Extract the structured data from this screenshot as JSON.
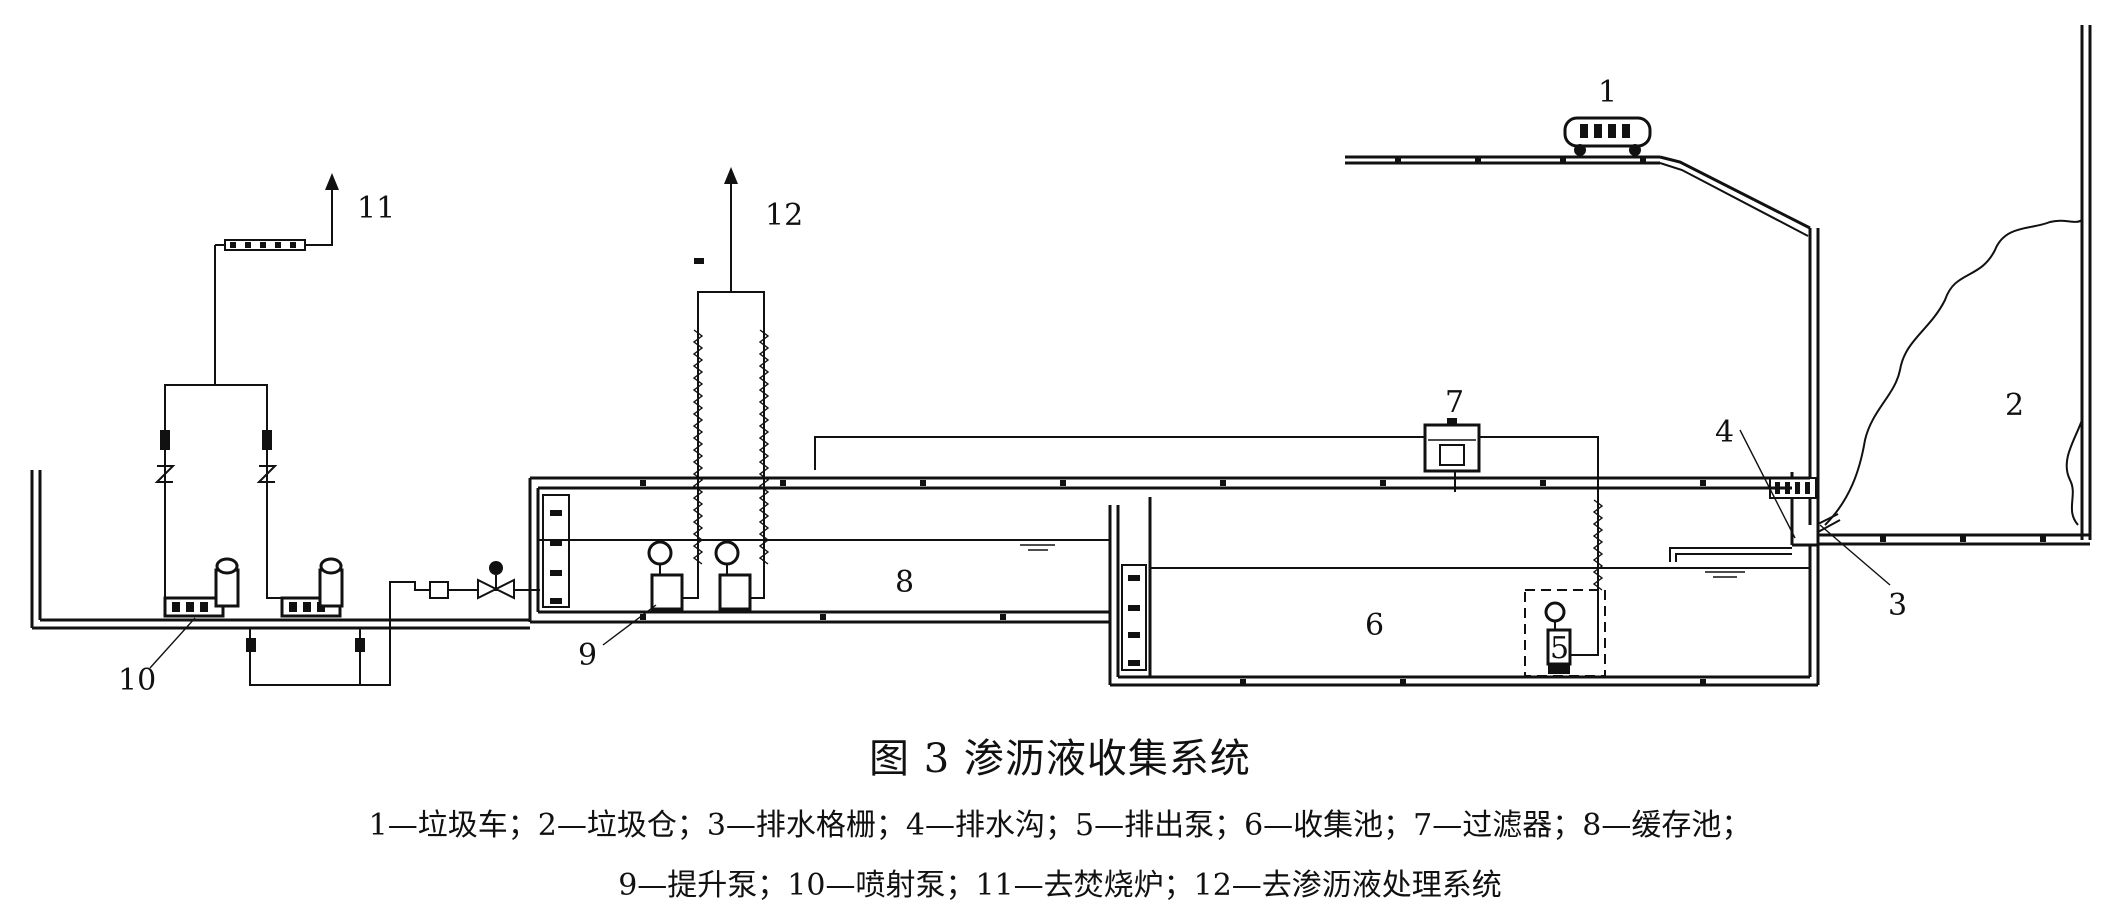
{
  "figure": {
    "caption": "图 3  渗沥液收集系统",
    "legend_line_1": "1—垃圾车；2—垃圾仓；3—排水格栅；4—排水沟；5—排出泵；6—收集池；7—过滤器；8—缓存池；",
    "legend_line_2": "9—提升泵；10—喷射泵；11—去焚烧炉；12—去渗沥液处理系统"
  },
  "labels": {
    "n1": "1",
    "n2": "2",
    "n3": "3",
    "n4": "4",
    "n5": "5",
    "n6": "6",
    "n7": "7",
    "n8": "8",
    "n9": "9",
    "n10": "10",
    "n11": "11",
    "n12": "12"
  },
  "colors": {
    "line": "#111111",
    "background": "#ffffff"
  }
}
